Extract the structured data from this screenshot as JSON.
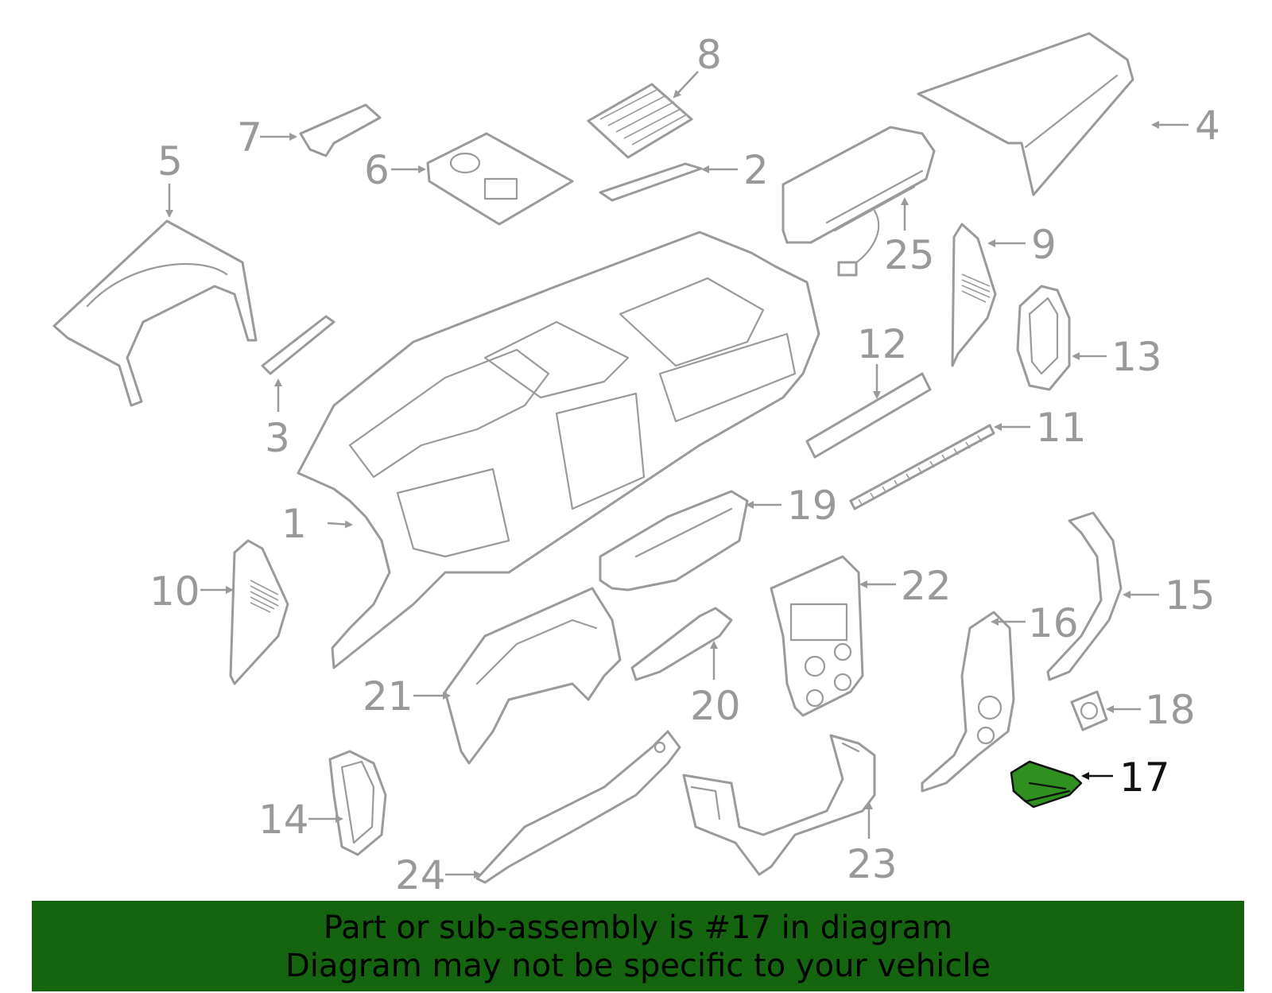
{
  "colors": {
    "line_art": "#9a9a9a",
    "highlight_fill": "#2f8f1f",
    "banner_bg": "#156510",
    "banner_text": "#000000",
    "highlight_label": "#111111"
  },
  "highlighted_part": "17",
  "callouts": [
    {
      "id": "1",
      "label": "1"
    },
    {
      "id": "2",
      "label": "2"
    },
    {
      "id": "3",
      "label": "3"
    },
    {
      "id": "4",
      "label": "4"
    },
    {
      "id": "5",
      "label": "5"
    },
    {
      "id": "6",
      "label": "6"
    },
    {
      "id": "7",
      "label": "7"
    },
    {
      "id": "8",
      "label": "8"
    },
    {
      "id": "9",
      "label": "9"
    },
    {
      "id": "10",
      "label": "10"
    },
    {
      "id": "11",
      "label": "11"
    },
    {
      "id": "12",
      "label": "12"
    },
    {
      "id": "13",
      "label": "13"
    },
    {
      "id": "14",
      "label": "14"
    },
    {
      "id": "15",
      "label": "15"
    },
    {
      "id": "16",
      "label": "16"
    },
    {
      "id": "17",
      "label": "17"
    },
    {
      "id": "18",
      "label": "18"
    },
    {
      "id": "19",
      "label": "19"
    },
    {
      "id": "20",
      "label": "20"
    },
    {
      "id": "21",
      "label": "21"
    },
    {
      "id": "22",
      "label": "22"
    },
    {
      "id": "23",
      "label": "23"
    },
    {
      "id": "24",
      "label": "24"
    },
    {
      "id": "25",
      "label": "25"
    }
  ],
  "banner": {
    "line1": "Part or sub-assembly is #17 in diagram",
    "line2": "Diagram may not be specific to your vehicle"
  }
}
